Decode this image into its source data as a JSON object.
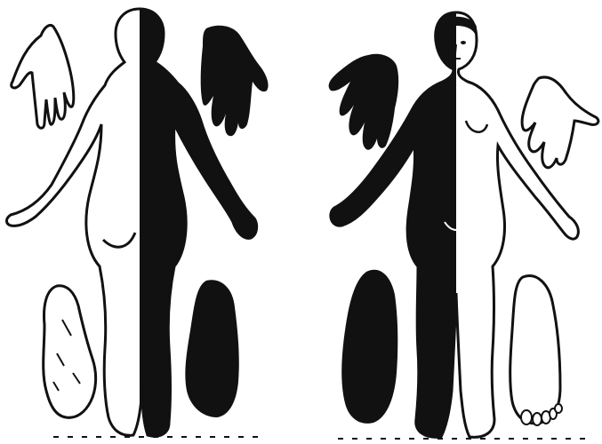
{
  "image": {
    "kind": "engraving",
    "ink_color": "#111111",
    "paper_color": "#ffffff",
    "left_figure": {
      "view": "back",
      "left_half_fill": "white",
      "right_half_fill": "black"
    },
    "right_figure": {
      "view": "front",
      "left_half_fill": "black",
      "right_half_fill": "white"
    },
    "detail_icons": [
      "left-hand-outline-icon",
      "right-hand-black-icon",
      "left-foot-outline-icon",
      "right-foot-black-icon",
      "hand-black-icon",
      "hand-outline-icon",
      "foot-black-icon",
      "foot-outline-icon"
    ]
  }
}
